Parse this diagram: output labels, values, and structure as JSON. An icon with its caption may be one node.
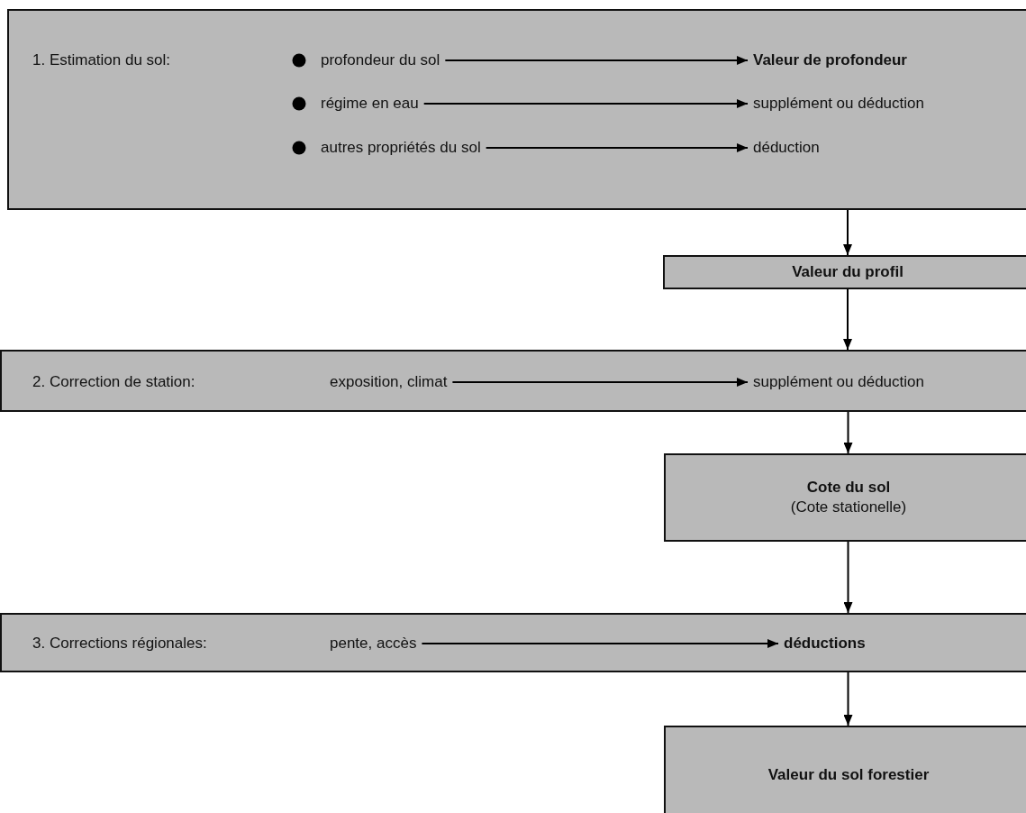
{
  "diagram": {
    "nodes": [
      {
        "text": [
          "1. Estimation du sol:"
        ]
      },
      {
        "text": [
          "profondeur du sol"
        ],
        "in": 0
      },
      {
        "text": [
          "Valeur de profondeur"
        ],
        "in": 0
      },
      {
        "text": [
          "régime en eau"
        ],
        "in": 0
      },
      {
        "text": [
          "supplément ou déduction"
        ],
        "in": 0
      },
      {
        "text": [
          "autres propriétés du sol"
        ],
        "in": 0
      },
      {
        "text": [
          "déduction"
        ],
        "in": 0
      },
      {
        "text": [
          "Valeur du profil"
        ]
      },
      {
        "text": [
          "2. Correction de station:"
        ]
      },
      {
        "text": [
          "exposition, climat"
        ],
        "in": 8
      },
      {
        "text": [
          "supplément ou déduction"
        ],
        "in": 8
      },
      {
        "text": [
          "Cote du sol",
          "(Cote stationelle)"
        ]
      },
      {
        "text": [
          "3. Corrections régionales:"
        ]
      },
      {
        "text": [
          "pente, accès"
        ],
        "in": 12
      },
      {
        "text": [
          "déductions"
        ],
        "in": 12
      },
      {
        "text": [
          "Valeur du sol forestier"
        ]
      }
    ],
    "edges": [
      {
        "from": 1,
        "to": 2,
        "arrow": "to"
      },
      {
        "from": 3,
        "to": 4,
        "arrow": "to"
      },
      {
        "from": 5,
        "to": 6,
        "arrow": "to"
      },
      {
        "from": 0,
        "to": 7,
        "arrow": "to"
      },
      {
        "from": 7,
        "to": 8,
        "arrow": "to"
      },
      {
        "from": 9,
        "to": 10,
        "arrow": "to"
      },
      {
        "from": 8,
        "to": 11,
        "arrow": "to"
      },
      {
        "from": 11,
        "to": 12,
        "arrow": "to"
      },
      {
        "from": 13,
        "to": 14,
        "arrow": "to"
      },
      {
        "from": 12,
        "to": 15,
        "arrow": "to"
      }
    ]
  }
}
